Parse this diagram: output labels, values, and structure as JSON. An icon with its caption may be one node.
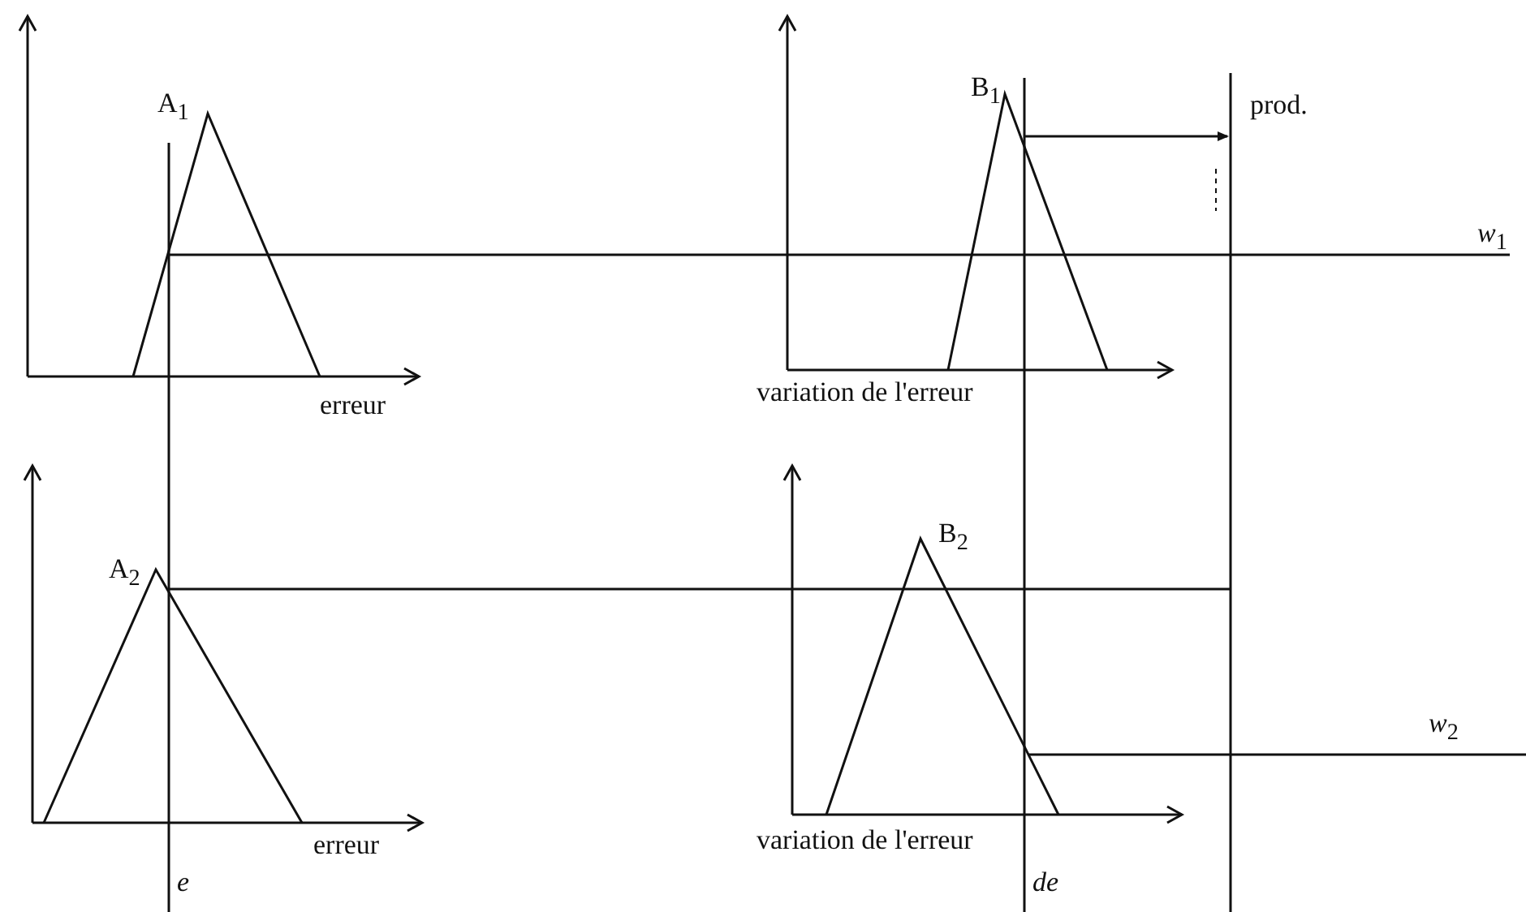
{
  "diagram": {
    "labels": [
      "A$_{1}$",
      "B$_{1}$",
      "prod.",
      "*w*$_{1}$",
      "erreur",
      "variation de l'erreur",
      "A$_{2}$",
      "B$_{2}$",
      "*w*$_{2}$",
      "erreur",
      "variation de l'erreur",
      "e",
      "de"
    ]
  }
}
